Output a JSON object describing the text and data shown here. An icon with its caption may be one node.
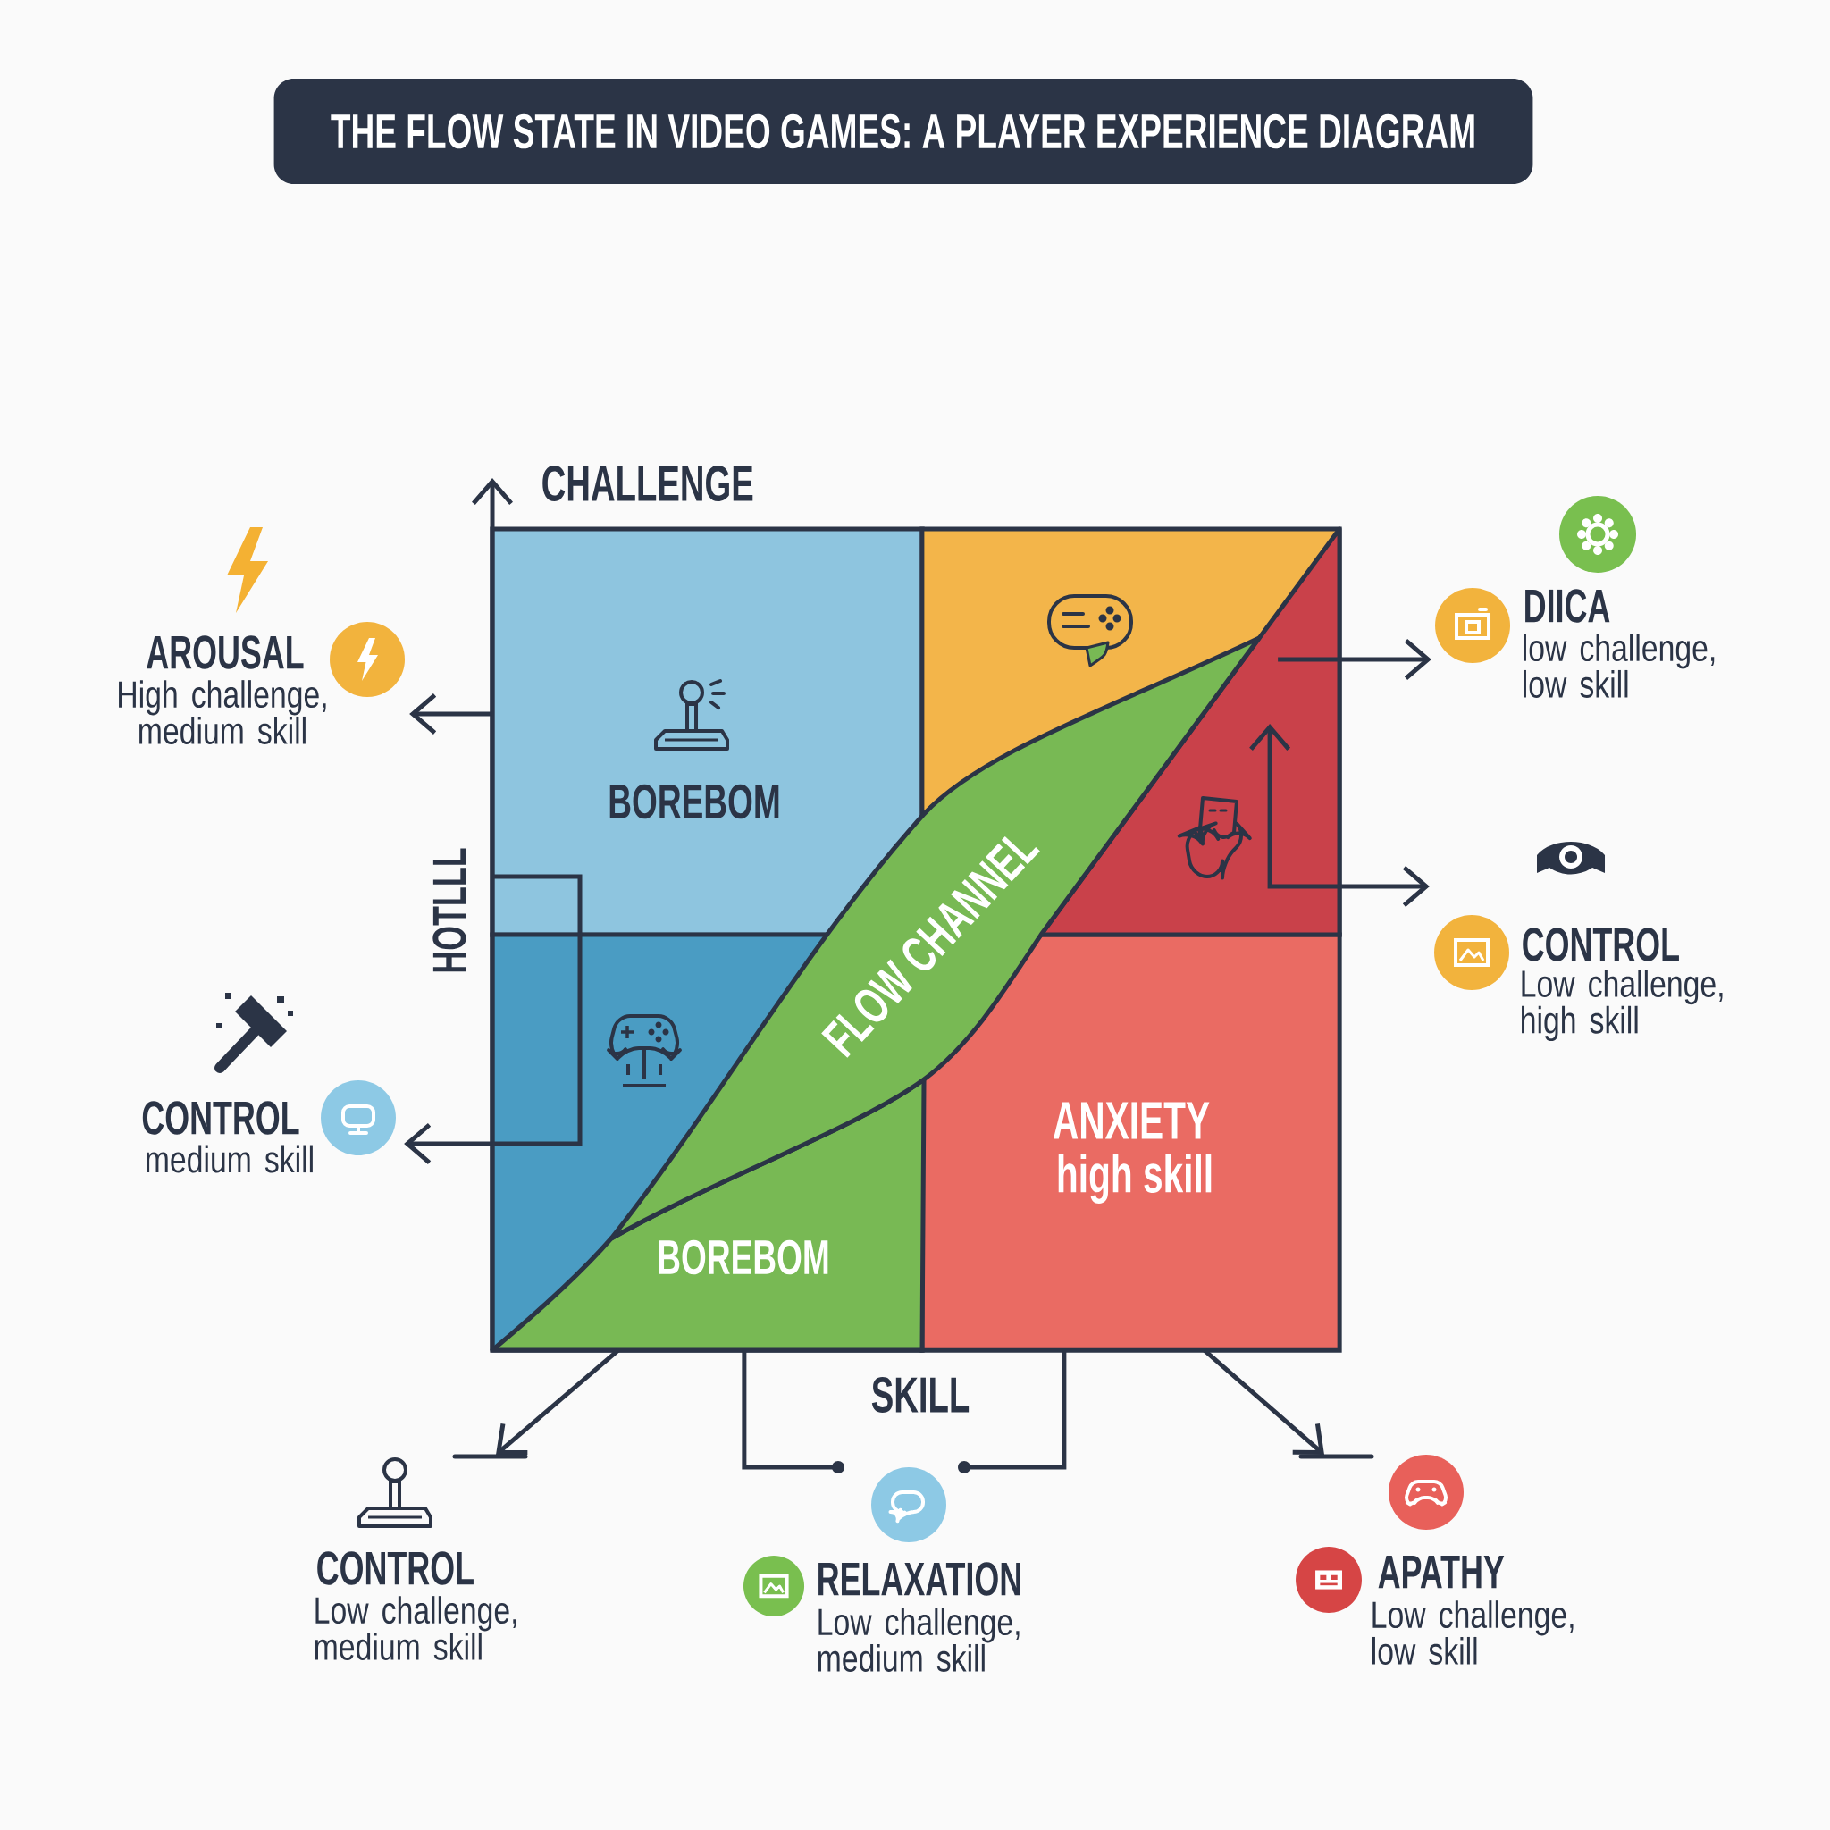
{
  "diagram": {
    "title": "THE FLOW STATE IN VIDEO GAMES: A PLAYER EXPERIENCE DIAGRAM",
    "nodes": [
      {
        "text": [
          "BOREBOM"
        ]
      },
      {
        "text": [],
        "shape": "box"
      },
      {
        "text": [],
        "shape": "triangle",
        "in": 1
      },
      {
        "text": [
          "FLOW CHANNEL"
        ]
      },
      {
        "text": [],
        "shape": "box"
      },
      {
        "text": [
          "BOREBOM"
        ],
        "in": 4
      },
      {
        "text": [
          "ANXIETY",
          "high skill"
        ]
      },
      {
        "text": [
          "AROUSAL",
          "High challenge, medium skill"
        ]
      },
      {
        "text": [
          "CONTROL",
          "medium skill"
        ]
      },
      {
        "text": [
          "DIICA",
          "low challenge, low skill"
        ]
      },
      {
        "text": [
          "CONTROL",
          "Low challenge, high skill"
        ]
      },
      {
        "text": [
          "CONTROL",
          "Low challenge, medium skill"
        ]
      },
      {
        "text": [
          "RELAXATION",
          "Low challenge, medium skill"
        ]
      },
      {
        "text": [
          "APATHY",
          "Low challenge, low skill"
        ]
      }
    ],
    "edges": [
      {
        "from": 0,
        "to": 7,
        "arrow": "to"
      },
      {
        "from": 4,
        "to": 8,
        "arrow": "to"
      },
      {
        "from": 2,
        "to": 9,
        "arrow": "to"
      },
      {
        "from": 2,
        "to": 10,
        "arrow": "both"
      },
      {
        "from": 5,
        "to": 11,
        "arrow": "to"
      },
      {
        "from": 5,
        "to": 12,
        "arrow": "other"
      },
      {
        "from": 6,
        "to": 12,
        "arrow": "other"
      },
      {
        "from": 6,
        "to": 13,
        "arrow": "to"
      }
    ],
    "labels": [
      "CHALLENGE",
      "HOTLLL",
      "SKILL"
    ]
  }
}
